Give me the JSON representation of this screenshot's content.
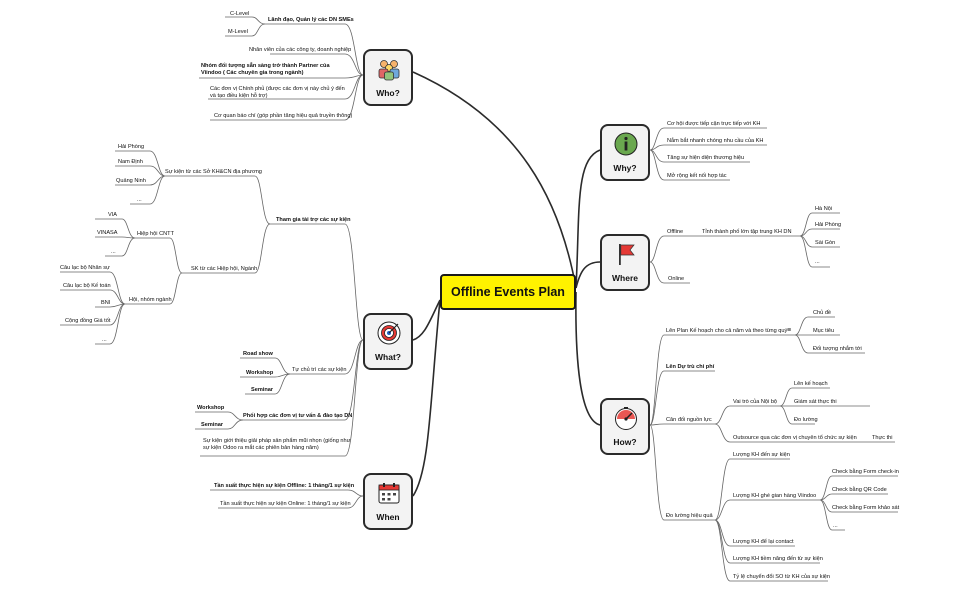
{
  "central": "Offline Events Plan",
  "hubs": {
    "who": "Who?",
    "why": "Why?",
    "where": "Where",
    "what": "What?",
    "how": "How?",
    "when": "When"
  },
  "who": {
    "leaders": "Lãnh đạo, Quản lý các DN SMEs",
    "clevel": "C-Level",
    "mlevel": "M-Level",
    "staff": "Nhân viên của các công ty, doanh nghiệp",
    "partner": "Nhóm đối tượng sẵn sàng trở thành Partner của Viindoo ( Các chuyên gia trong ngành)",
    "gov": "Các đơn vị Chính phủ (được các đơn vị này chủ ý đến và tạo điều kiện hỗ trợ)",
    "press": "Cơ quan báo chí (góp phần tăng hiệu quả truyền thông)"
  },
  "why": {
    "items": [
      "Cơ hội được tiếp cận trực tiếp với KH",
      "Nắm bắt nhanh chóng nhu cầu của KH",
      "Tăng sự hiện diện thương hiệu",
      "Mở rộng kết nối hợp tác"
    ]
  },
  "where": {
    "offline": "Offline",
    "online": "Online",
    "cities_label": "Tỉnh thành phố lớn tập trung KH DN",
    "cities": [
      "Hà Nội",
      "Hải Phòng",
      "Sài Gòn",
      "..."
    ]
  },
  "what": {
    "sponsor": "Tham gia tài trợ các sự kiện",
    "dept": "Sự kiện từ các Sở KH&CN địa phương",
    "dept_items": [
      "Hải Phòng",
      "Nam Định",
      "Quảng Ninh",
      "..."
    ],
    "assoc": "SK từ các Hiệp hội, Ngành",
    "it_assoc": "Hiệp hội CNTT",
    "it_items": [
      "VIA",
      "VINASA",
      "..."
    ],
    "clubs": "Hội, nhóm ngành",
    "club_items": [
      "Câu lạc bộ Nhân sự",
      "Câu lạc bộ Kế toán",
      "BNI",
      "Cộng đồng Giá tốt",
      "..."
    ],
    "self": "Tự chủ trì các sự kiện",
    "self_items": [
      "Road show",
      "Workshop",
      "Seminar"
    ],
    "coop": "Phối hợp các đơn vị tư vấn & đào tạo DN",
    "coop_items": [
      "Workshop",
      "Seminar"
    ],
    "launch": "Sự kiện giới thiệu giải pháp sản phẩm mũi nhọn (giống như sự kiện Odoo ra mắt các phiên bản hàng năm)"
  },
  "how": {
    "plan": "Lên Plan Kế hoạch cho cả năm và theo từng quý",
    "plan_items": [
      "Chủ đề",
      "Mục tiêu",
      "Đối tượng nhắm tới"
    ],
    "budget": "Lên Dự trù chi phí",
    "resources": "Cân đối nguồn lực",
    "internal": "Vai trò của Nội bộ",
    "internal_items": [
      "Lên kế hoạch",
      "Giám sát thực thi",
      "Đo lường"
    ],
    "outsource": "Outsource qua các đơn vị chuyên tổ chức sự kiện",
    "execute": "Thực thi",
    "measure": "Đo lường hiệu quả",
    "m_attend": "Lượng KH đến sự kiện",
    "m_booth": "Lượng KH ghé gian hàng Viindoo",
    "booth_items": [
      "Check bằng Form check-in",
      "Check bằng QR Code",
      "Check bằng Form khảo sát",
      "..."
    ],
    "m_contact": "Lượng KH để lại contact",
    "m_potential": "Lượng KH tiềm năng đến từ sự kiện",
    "m_rate": "Tỷ lệ chuyển đổi SO từ KH của sự kiện"
  },
  "when": {
    "offline": "Tần suất thực hiện sự kiện Offline: 1 tháng/1 sự kiện",
    "online": "Tần suất thực hiện sự kiện Online: 1 tháng/1 sự kiện"
  },
  "colors": {
    "central": "#fff200",
    "hub_bg": "#f3f3f3",
    "line": "#2b2b2b",
    "branch": "#555555"
  }
}
